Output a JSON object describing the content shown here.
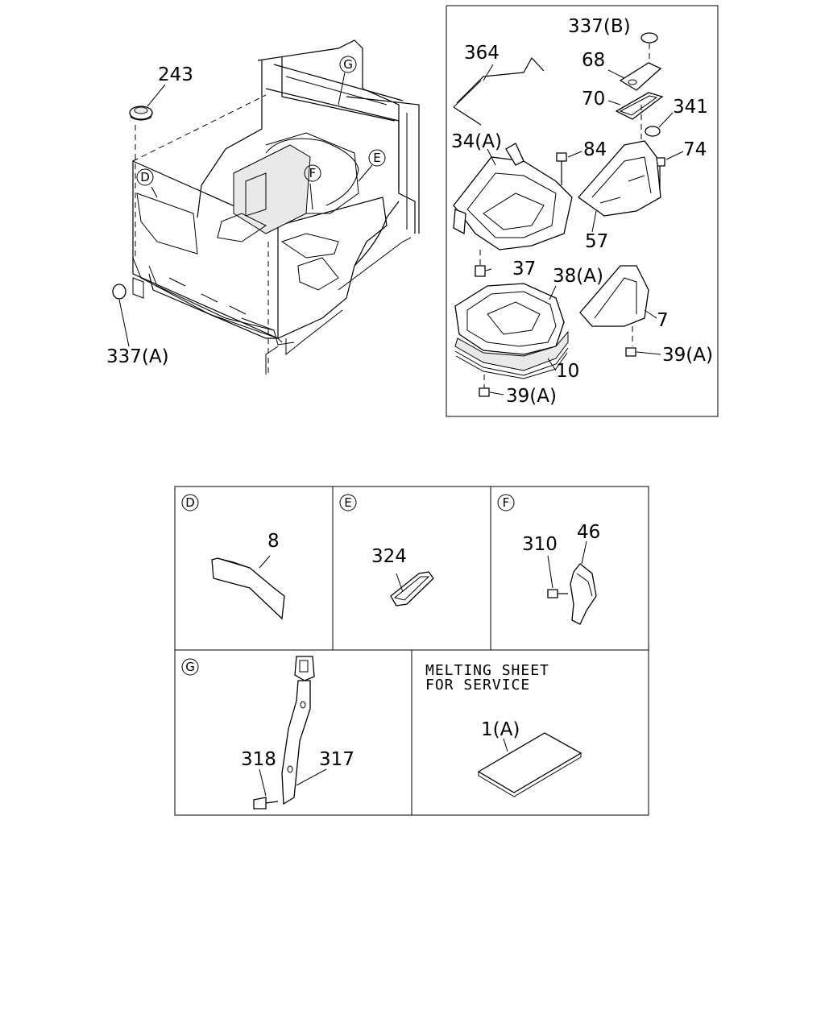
{
  "callouts": {
    "c243": "243",
    "c337a": "337(A)",
    "c337b": "337(B)",
    "c364": "364",
    "c68": "68",
    "c70": "70",
    "c341": "341",
    "c74": "74",
    "c84": "84",
    "c34a": "34(A)",
    "c57": "57",
    "c37": "37",
    "c38a": "38(A)",
    "c7": "7",
    "c10": "10",
    "c39a_right": "39(A)",
    "c39a_bottom": "39(A)",
    "c8": "8",
    "c324": "324",
    "c310": "310",
    "c46": "46",
    "c318": "318",
    "c317": "317",
    "c1a": "1(A)"
  },
  "view_markers": {
    "d": "D",
    "e": "E",
    "f": "F",
    "g": "G"
  },
  "note": {
    "line1": "MELTING SHEET",
    "line2": "FOR SERVICE"
  }
}
